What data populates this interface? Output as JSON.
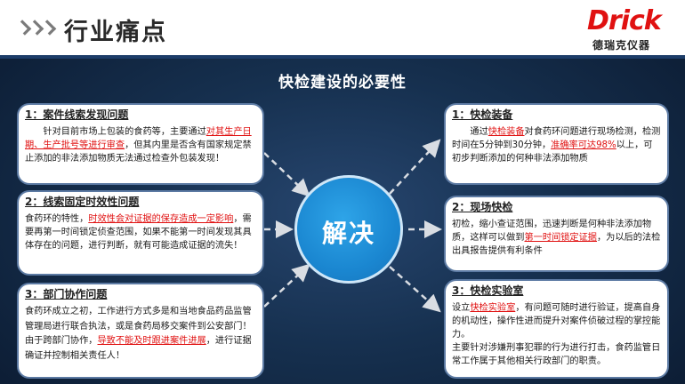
{
  "header": {
    "title": "行业痛点",
    "logo_main": "Drick",
    "logo_sub": "德瑞克仪器"
  },
  "section_title": "快检建设的必要性",
  "center": {
    "label": "解决"
  },
  "left_boxes": [
    {
      "heading": "1：案件线索发现问题",
      "parts": [
        "针对目前市场上包装的食药等，主要通过",
        "对其生产日期、生产批号等进行审查",
        "，但其内里是否含有国家规定禁止添加的非法添加物质无法通过检查外包装发现！"
      ]
    },
    {
      "heading": "2：线索固定时效性问题",
      "parts": [
        "食药环的特性，",
        "时效性会对证据的保存造成一定影响",
        "，需要再第一时间锁定侦查范围，如果不能第一时间发现其具体存在的问题，进行判断，就有可能造成证据的流失！"
      ]
    },
    {
      "heading": "3：部门协作问题",
      "parts": [
        "食药环成立之初，工作进行方式多是和当地食品药品监管管理局进行联合执法，或是食药局移交案件到公安部门！由于跨部门协作，",
        "导致不能及时跟进案件进展",
        "，进行证据确证并控制相关责任人！"
      ]
    }
  ],
  "right_boxes": [
    {
      "heading": "1：快检装备",
      "parts": [
        "通过",
        "快检装备",
        "对食药环问题进行现场检测，检测时间在5分钟到30分钟，",
        "准确率可达98%",
        "以上，可初步判断添加的何种非法添加物质"
      ]
    },
    {
      "heading": "2：现场快检",
      "parts": [
        "初检，缩小查证范围，迅速判断是何种非法添加物质，这样可以做到",
        "第一时间锁定证据",
        "，为以后的法检出具报告提供有利条件"
      ]
    },
    {
      "heading": "3：快检实验室",
      "parts": [
        "设立",
        "快检实验室",
        "，有问题可随时进行验证，提高自身的机动性，操作性进而提升对案件侦破过程的掌控能力。",
        "主要针对涉嫌刑事犯罪的行为进行打击，食药监管日常工作属于其他相关行政部门的职责。"
      ]
    }
  ],
  "colors": {
    "accent_red": "#e01111",
    "center_blue": "#1a86d0",
    "box_border": "#5c7aa3"
  }
}
